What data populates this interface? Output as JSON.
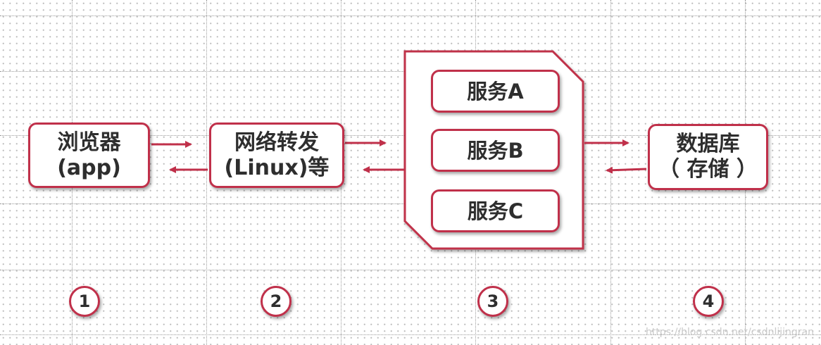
{
  "nodes": {
    "browser": {
      "line1": "浏览器",
      "line2": "(app)"
    },
    "network": {
      "line1": "网络转发",
      "line2": "(Linux)等"
    },
    "services": {
      "a": "服务A",
      "b": "服务B",
      "c": "服务C"
    },
    "database": {
      "line1": "数据库",
      "line2": "（ 存储 ）"
    }
  },
  "steps": [
    "1",
    "2",
    "3",
    "4"
  ],
  "watermark": "https://blog.csdn.net/csdnlijingran",
  "colors": {
    "accent": "#c0304a",
    "text": "#2e2e2e"
  }
}
